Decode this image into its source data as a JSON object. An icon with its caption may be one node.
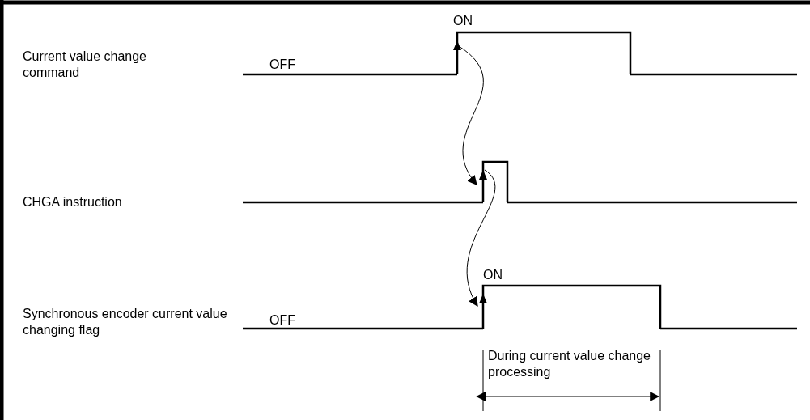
{
  "diagram": {
    "nodes": [
      {
        "text": [],
        "shape": "pulse",
        "beside": [
          "ON"
        ]
      },
      {
        "text": [],
        "shape": "pulse"
      },
      {
        "text": [],
        "shape": "pulse",
        "beside": [
          "ON"
        ]
      }
    ],
    "edges": [
      {
        "from": 0,
        "to": 1,
        "arrow": "to"
      },
      {
        "from": 1,
        "to": 2,
        "arrow": "to"
      }
    ],
    "labels": [
      "Current value change command",
      "OFF",
      "CHGA instruction",
      "Synchronous encoder current value changing flag",
      "OFF",
      "During current value change processing"
    ]
  }
}
